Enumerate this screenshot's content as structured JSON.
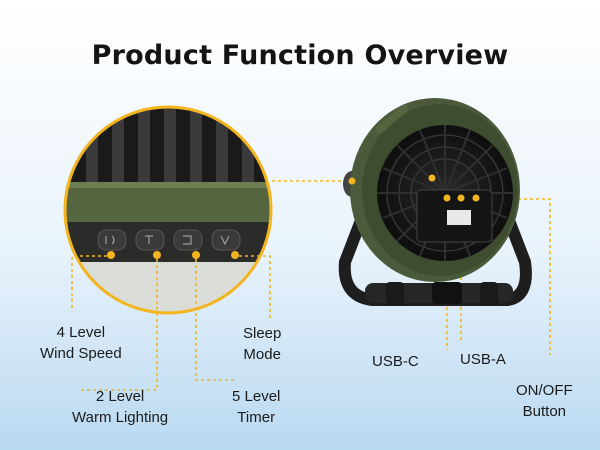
{
  "page": {
    "title": "Product Function Overview"
  },
  "labels": {
    "wind_speed": [
      "4 Level",
      "Wind Speed"
    ],
    "sleep_mode": [
      "Sleep",
      "Mode"
    ],
    "warm_lighting": [
      "2 Level",
      "Warm Lighting"
    ],
    "timer": [
      "5 Level",
      "Timer"
    ],
    "usb_c": "USB-C",
    "usb_a": "USB-A",
    "power_button": [
      "ON/OFF",
      "Button"
    ]
  },
  "colors": {
    "callout": "#f2b51f",
    "fan_green": "#4a5a3a",
    "text": "#1b1b1b"
  }
}
